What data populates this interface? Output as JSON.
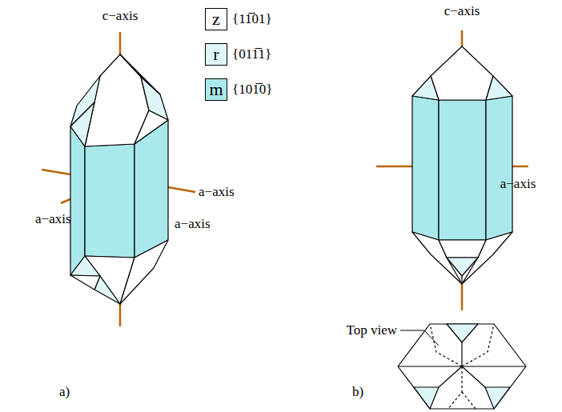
{
  "diagram": {
    "labels": [
      "c−axis",
      "a−axis",
      "a−axis",
      "a−axis",
      "{11̅01}",
      "{011̅1}",
      "{101̅0}",
      "c−axis",
      "a−axis",
      "Top view",
      "a)",
      "b)"
    ],
    "legend": [
      {
        "text": "z",
        "color": "#ffffff"
      },
      {
        "text": "r",
        "color": "#dff6f8"
      },
      {
        "text": "m",
        "color": "#aae9eb"
      }
    ]
  }
}
